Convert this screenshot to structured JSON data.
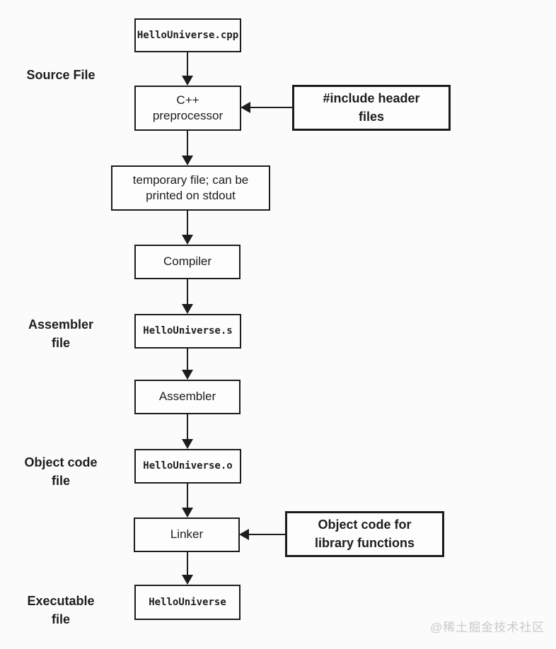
{
  "flowchart": {
    "stage_labels": {
      "source": {
        "line1": "Source File"
      },
      "assembler": {
        "line1": "Assembler",
        "line2": "file"
      },
      "object_code": {
        "line1": "Object code",
        "line2": "file"
      },
      "executable": {
        "line1": "Executable",
        "line2": "file"
      }
    },
    "nodes": {
      "source_cpp": {
        "text": "HelloUniverse.cpp"
      },
      "preprocessor": {
        "line1": "C++",
        "line2": "preprocessor"
      },
      "include_headers": {
        "line1": "#include header",
        "line2": "files"
      },
      "temp_file": {
        "line1": "temporary file; can be",
        "line2": "printed on stdout"
      },
      "compiler": {
        "text": "Compiler"
      },
      "asm_file": {
        "text": "HelloUniverse.s"
      },
      "assembler": {
        "text": "Assembler"
      },
      "obj_file": {
        "text": "HelloUniverse.o"
      },
      "linker": {
        "text": "Linker"
      },
      "lib_objects": {
        "line1": "Object code for",
        "line2": "library functions"
      },
      "executable": {
        "text": "HelloUniverse"
      }
    },
    "colors": {
      "line": "#1c1c1c",
      "text": "#1d1d1d",
      "background": "#fbfbfb",
      "box_background": "#fdfdfd",
      "watermark": "#cacaca"
    },
    "watermark": "@稀土掘金技术社区"
  }
}
